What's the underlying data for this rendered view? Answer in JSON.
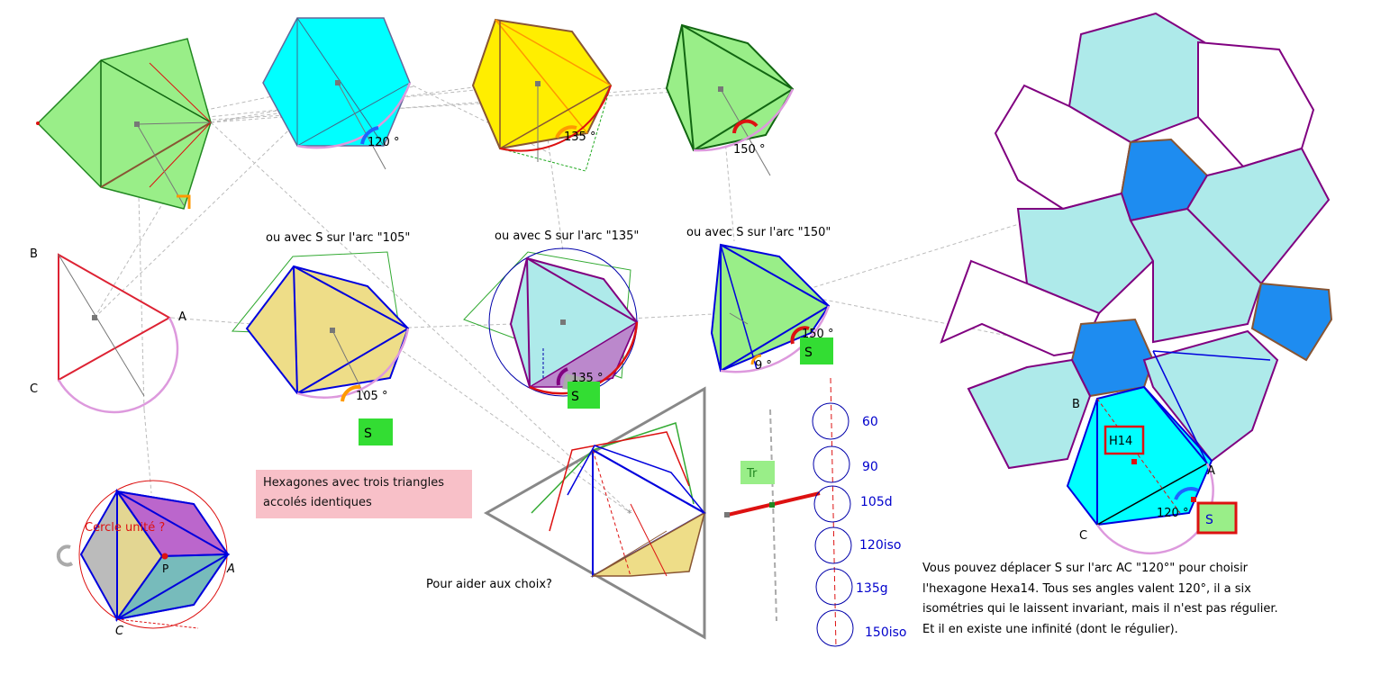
{
  "labels": {
    "arc_105": "ou avec S sur l'arc \"105\"",
    "arc_135": "ou avec S sur l'arc \"135\"",
    "arc_150": "ou avec S sur l'arc \"150\"",
    "help": "Pour aider aux choix?",
    "cercle_unite": "Cercle unité ?",
    "tr": "Tr",
    "h14": "H14"
  },
  "angles": {
    "a120": "120 °",
    "a135": "135 °",
    "a150": "150 °",
    "a105": "105 °",
    "a135_mid": "135 °",
    "a150_mid": "150 °",
    "a9": "9 °",
    "a120_right": "120 °"
  },
  "points": {
    "B": "B",
    "A": "A",
    "C": "C",
    "P": "P",
    "S": "S",
    "B_right": "B",
    "A_right": "A",
    "C_right": "C",
    "A_circle": "A",
    "C_circle": "C"
  },
  "choices": [
    "60",
    "90",
    "105d",
    "120iso",
    "135g",
    "150iso"
  ],
  "note": {
    "text": "Hexagones avec trois triangles accolés identiques"
  },
  "info": {
    "text": "Vous pouvez déplacer S sur l'arc AC \"120°\" pour choisir l'hexagone Hexa14. Tous ses angles valent 120°, il a six isométries qui le laissent invariant, mais il n'est pas régulier. Et il en existe une infinité (dont le régulier)."
  },
  "colors": {
    "green_fill": "#99ee88",
    "cyan_fill": "#00ffff",
    "yellow_fill": "#ffee00",
    "khaki_fill": "#eedd88",
    "lightcyan_fill": "#aeeaea",
    "blue_hex": "#1e8cf0",
    "s_box": "#33dd33",
    "note_bg": "#f8c0c8",
    "purple": "#800080",
    "blue": "#0000dd",
    "red": "#dd1111"
  }
}
